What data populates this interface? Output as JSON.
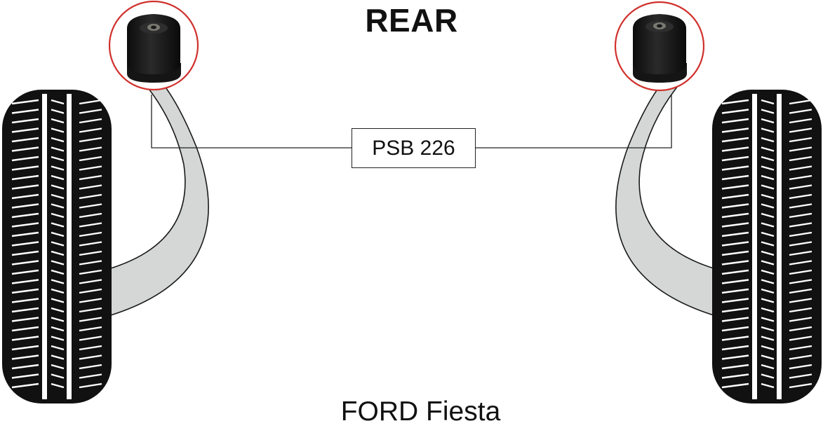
{
  "diagram": {
    "title": "REAR",
    "part_number": "PSB 226",
    "vehicle": "FORD Fiesta"
  },
  "colors": {
    "arm_fill": "#d4d7d5",
    "outline": "#1a1a1a",
    "highlight_ring": "#d0312d",
    "bush_body": "#151515",
    "tyre": "#111111",
    "tyre_groove": "#ffffff"
  },
  "icons": {
    "wheel_left": "tyre-tread-icon",
    "wheel_right": "tyre-tread-icon",
    "bush_left": "polyurethane-bush-icon",
    "bush_right": "polyurethane-bush-icon"
  }
}
